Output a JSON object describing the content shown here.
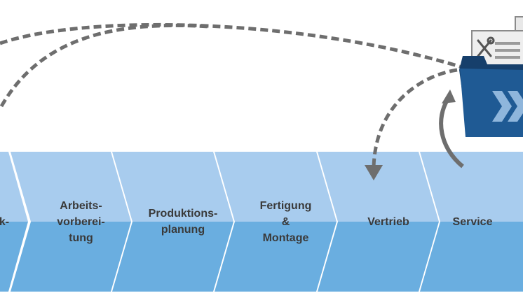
{
  "process": {
    "steps": [
      {
        "label": "k-"
      },
      {
        "label": "Arbeits-\nvorberei-\ntung"
      },
      {
        "label": "Produktions-\nplanung"
      },
      {
        "label": "Fertigung\n&\nMontage"
      },
      {
        "label": "Vertrieb"
      },
      {
        "label": "Service"
      }
    ]
  },
  "colors": {
    "chevron_top": "#a8ccee",
    "chevron_bottom": "#6aaee0",
    "arrow": "#6e6e6e",
    "folder": "#1f5a94",
    "folder_dark": "#163f6b",
    "document": "#e8e8e8"
  },
  "icons": {
    "folder": "document-folder-icon",
    "tools": "wrench-screwdriver-icon",
    "logo": "double-chevron-logo-icon"
  }
}
